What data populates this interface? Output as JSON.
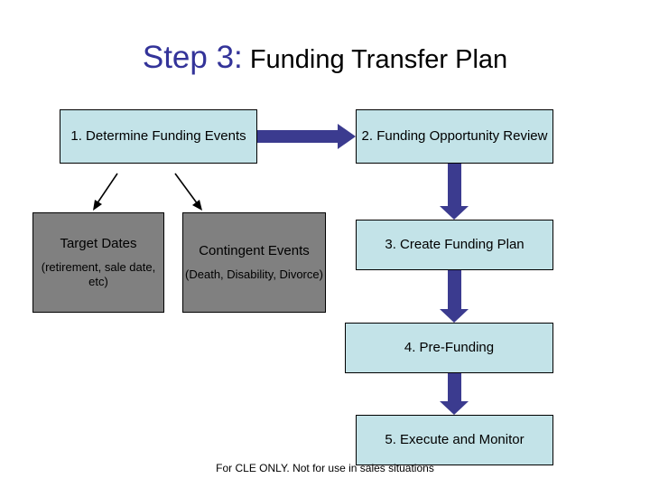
{
  "slide": {
    "title": {
      "step": "Step 3:",
      "rest": " Funding Transfer Plan"
    },
    "footer": "For CLE ONLY.  Not for use in sales situations",
    "colors": {
      "title_accent": "#333399",
      "box_fill": "#c3e3e8",
      "box_fill_alt": "#808080",
      "arrow": "#3b3b8f",
      "outline": "#000000"
    },
    "boxes": [
      {
        "id": "box1",
        "main": "1. Determine Funding Events",
        "sub": ""
      },
      {
        "id": "box2",
        "main": "2. Funding Opportunity Review",
        "sub": ""
      },
      {
        "id": "box3",
        "main": "3. Create Funding Plan",
        "sub": ""
      },
      {
        "id": "box4",
        "main": "4. Pre-Funding",
        "sub": ""
      },
      {
        "id": "box5",
        "main": "5. Execute and Monitor",
        "sub": ""
      },
      {
        "id": "boxTD",
        "main": "Target Dates",
        "sub": "(retirement, sale date, etc)"
      },
      {
        "id": "boxCE",
        "main": "Contingent Events",
        "sub": "(Death, Disability, Divorce)"
      }
    ],
    "arrows": [
      {
        "name": "arrow-box1-to-box2",
        "kind": "thick-right"
      },
      {
        "name": "arrow-box2-to-box3",
        "kind": "thick-down"
      },
      {
        "name": "arrow-box3-to-box4",
        "kind": "thick-down"
      },
      {
        "name": "arrow-box4-to-box5",
        "kind": "thick-down"
      },
      {
        "name": "arrow-box1-to-target-dates",
        "kind": "thin-diagonal-left"
      },
      {
        "name": "arrow-box1-to-contingent-events",
        "kind": "thin-diagonal-right"
      }
    ]
  }
}
